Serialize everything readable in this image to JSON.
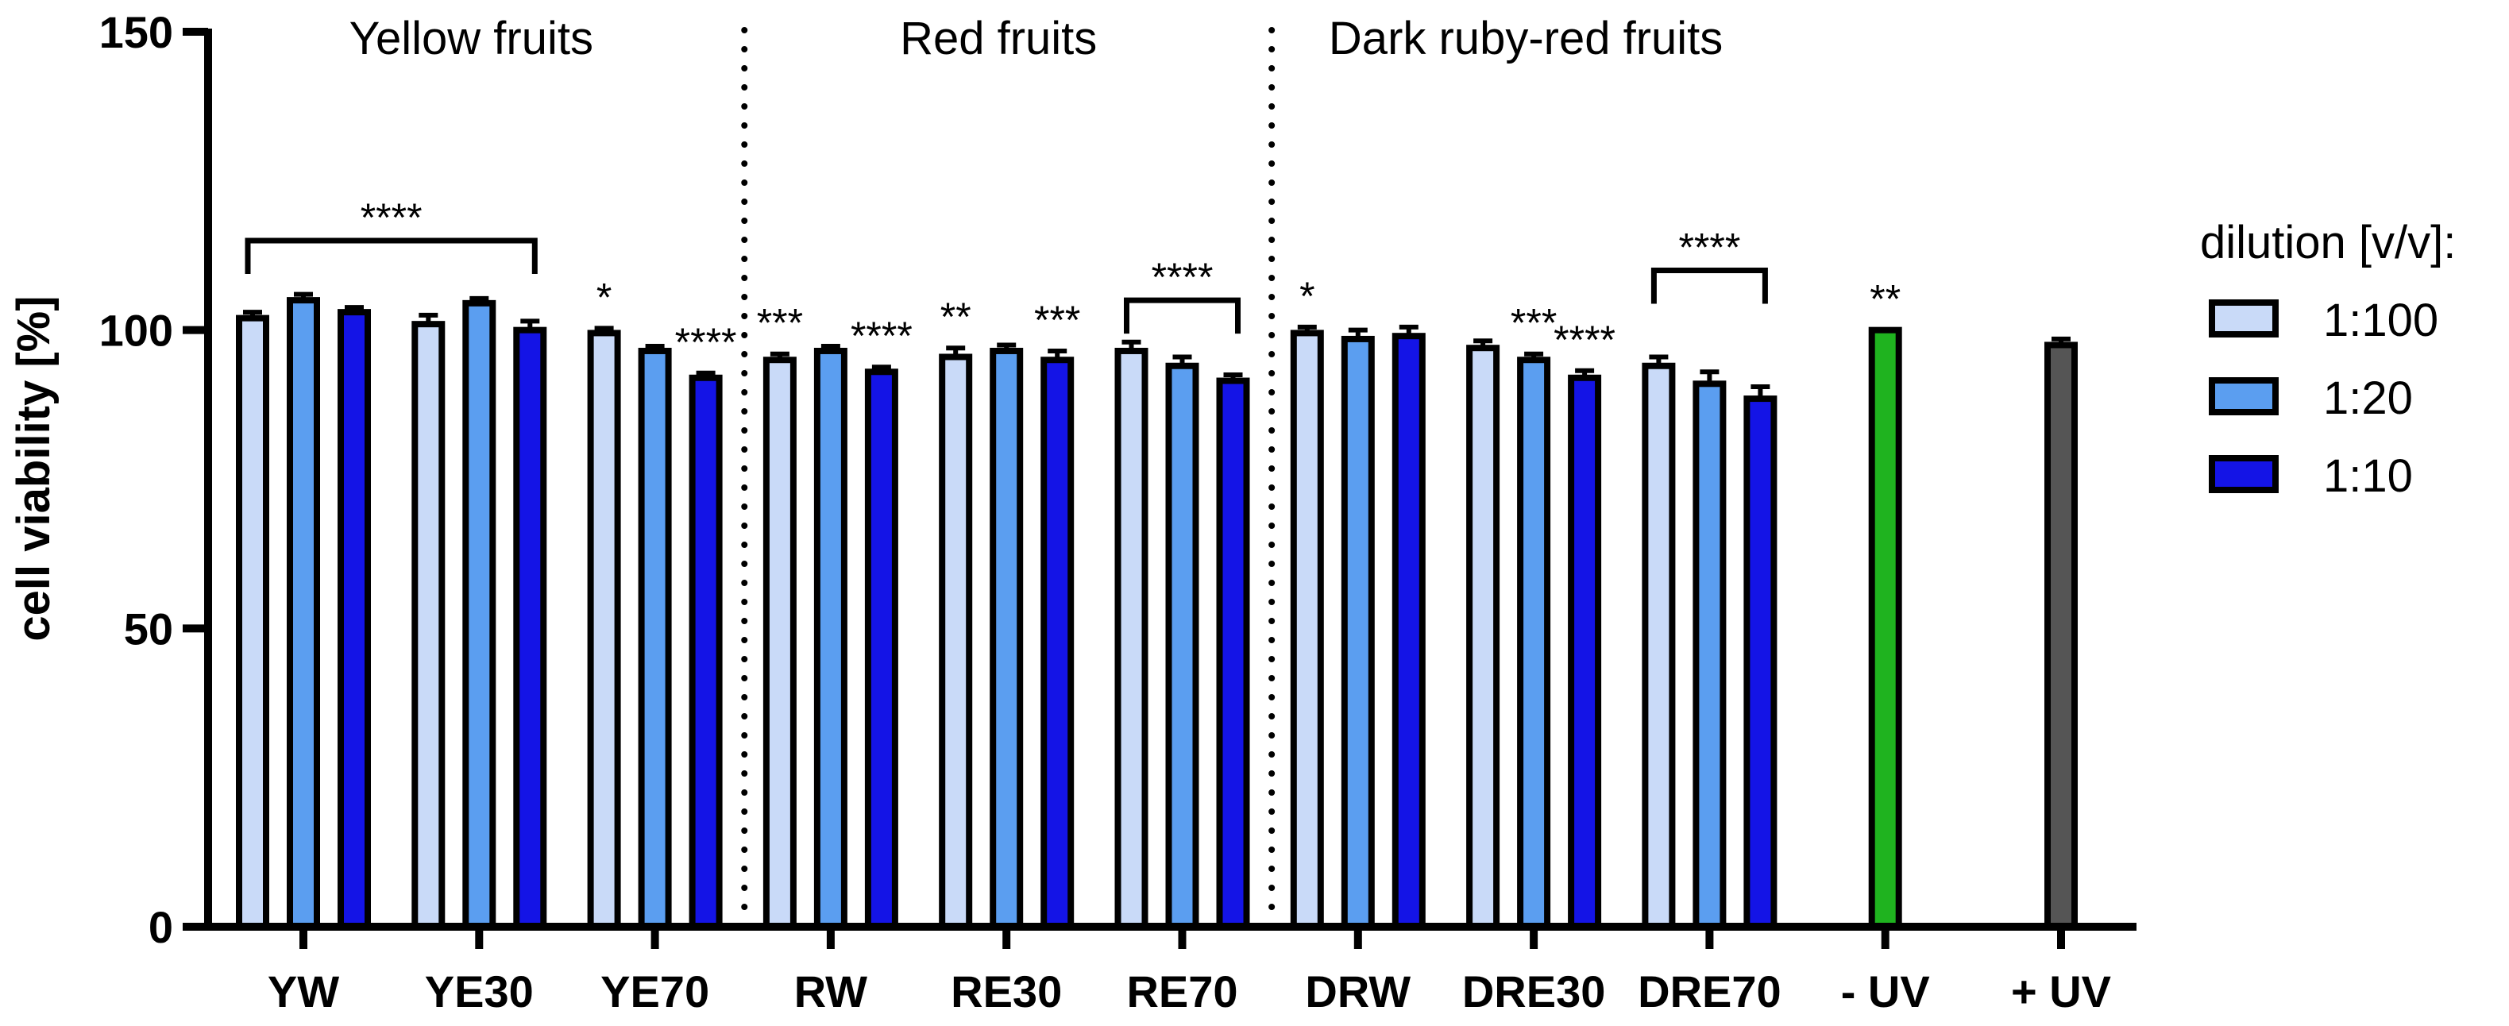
{
  "chart_data": {
    "type": "bar",
    "title": "",
    "xlabel": "",
    "ylabel": "cell viability [%]",
    "ylim": [
      0,
      150
    ],
    "yticks": [
      0,
      50,
      100,
      150
    ],
    "grid": false,
    "legend_position": "right",
    "categories": [
      "YW",
      "YE30",
      "YE70",
      "RW",
      "RE30",
      "RE70",
      "DRW",
      "DRE30",
      "DRE70",
      "- UV",
      "+ UV"
    ],
    "legend": {
      "title": "dilution [v/v]:",
      "entries": [
        {
          "name": "1:100",
          "color": "#c9daf8"
        },
        {
          "name": "1:20",
          "color": "#5b9ef0"
        },
        {
          "name": "1:10",
          "color": "#1414e6"
        }
      ]
    },
    "series": [
      {
        "name": "1:100",
        "color": "#c9daf8",
        "values": [
          102,
          101,
          99.5,
          95,
          95.5,
          96.5,
          99.5,
          97,
          94,
          null,
          null
        ],
        "errors": [
          1,
          1.5,
          0.8,
          1,
          1.5,
          1.5,
          1,
          1.2,
          1.5,
          null,
          null
        ]
      },
      {
        "name": "1:20",
        "color": "#5b9ef0",
        "values": [
          105,
          104.5,
          96.5,
          96.5,
          96.5,
          94,
          98.5,
          95,
          91,
          null,
          null
        ],
        "errors": [
          1,
          0.8,
          0.8,
          0.8,
          1,
          1.5,
          1.5,
          1,
          2,
          null,
          null
        ]
      },
      {
        "name": "1:10",
        "color": "#1414e6",
        "values": [
          103,
          100,
          92,
          93,
          95,
          91.5,
          99,
          92,
          88.5,
          null,
          null
        ],
        "errors": [
          0.8,
          1.5,
          0.8,
          0.8,
          1.5,
          1,
          1.5,
          1.2,
          2,
          null,
          null
        ]
      }
    ],
    "controls": [
      {
        "category": "- UV",
        "value": 100,
        "error": 0,
        "color": "#1fb31f"
      },
      {
        "category": "+ UV",
        "value": 97.5,
        "error": 1,
        "color": "#555555"
      }
    ],
    "group_labels": [
      {
        "text": "Yellow fruits",
        "start": 0,
        "end": 2
      },
      {
        "text": "Red fruits",
        "start": 3,
        "end": 5
      },
      {
        "text": "Dark ruby-red fruits",
        "start": 6,
        "end": 8
      }
    ],
    "group_separators_after": [
      2,
      5
    ],
    "brackets": [
      {
        "start": 0,
        "end": 1,
        "y": 115,
        "label": "****"
      },
      {
        "start": 5,
        "end": 5,
        "y": 105,
        "label": "****"
      },
      {
        "start": 8,
        "end": 8,
        "y": 110,
        "label": "****"
      }
    ],
    "significance": [
      {
        "category": 2,
        "series": 0,
        "label": "*"
      },
      {
        "category": 2,
        "series": 2,
        "label": "****"
      },
      {
        "category": 3,
        "series": 0,
        "label": "***"
      },
      {
        "category": 3,
        "series": 2,
        "label": "****"
      },
      {
        "category": 4,
        "series": 0,
        "label": "**"
      },
      {
        "category": 4,
        "series": 2,
        "label": "***"
      },
      {
        "category": 6,
        "series": 0,
        "label": "*"
      },
      {
        "category": 7,
        "series": 1,
        "label": "***"
      },
      {
        "category": 7,
        "series": 2,
        "label": "****"
      },
      {
        "category": 9,
        "series": 1,
        "label": "**"
      }
    ]
  }
}
